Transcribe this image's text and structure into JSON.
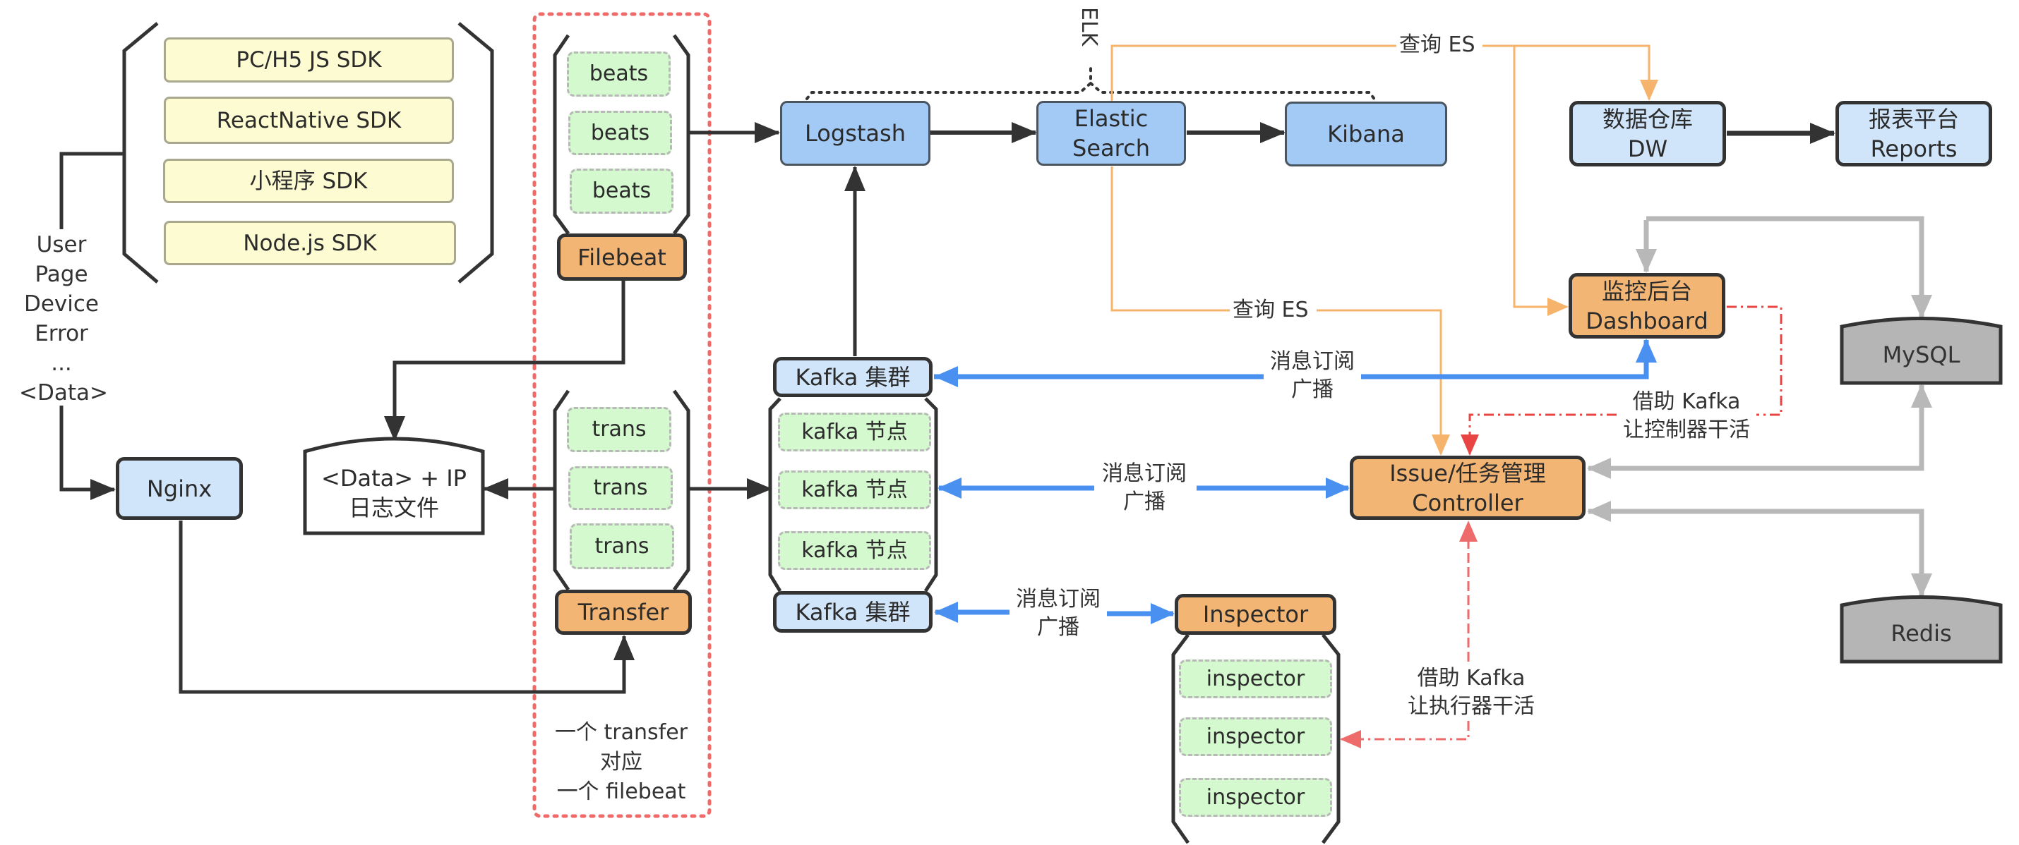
{
  "colors": {
    "node_blue": "#a3c9f5",
    "node_lightblue": "#d0e4fa",
    "node_orange": "#f3b574",
    "node_green": "#d5f9cf",
    "node_yellow": "#fdfbd2",
    "db_gray": "#b5b5b5",
    "arrow_black": "#333333",
    "arrow_blue": "#4a90f0",
    "arrow_orange": "#f5b36b",
    "arrow_gray": "#b8b8b8",
    "arrow_red": "#ee6b6b",
    "group_red_dotted": "#f06a6a"
  },
  "sdk_group": {
    "items": [
      "PC/H5 JS SDK",
      "ReactNative  SDK",
      "小程序  SDK",
      "Node.js  SDK"
    ]
  },
  "data_label": {
    "lines": [
      "User",
      "Page",
      "Device",
      "Error",
      "...",
      "<Data>"
    ]
  },
  "nginx": {
    "label": "Nginx"
  },
  "log_file": {
    "line1": "<Data> + IP",
    "line2": "日志文件"
  },
  "filebeat_group": {
    "items": [
      "beats",
      "beats",
      "beats"
    ],
    "title": "Filebeat"
  },
  "transfer_group": {
    "items": [
      "trans",
      "trans",
      "trans"
    ],
    "title": "Transfer"
  },
  "group_note": {
    "lines": [
      "一个 transfer",
      "对应",
      "一个 filebeat"
    ]
  },
  "elk": {
    "label": "ELK",
    "logstash": "Logstash",
    "elastic_line1": "Elastic",
    "elastic_line2": "Search",
    "kibana": "Kibana"
  },
  "query_es_top": "查询 ES",
  "query_es_mid": "查询 ES",
  "data_warehouse": {
    "line1": "数据仓库",
    "line2": "DW"
  },
  "reports": {
    "line1": "报表平台",
    "line2": "Reports"
  },
  "dashboard": {
    "line1": "监控后台",
    "line2": "Dashboard"
  },
  "kafka": {
    "cluster_top": "Kafka 集群",
    "nodes": [
      "kafka 节点",
      "kafka 节点",
      "kafka 节点"
    ],
    "cluster_bottom": "Kafka 集群"
  },
  "msg_sub_labels": {
    "top": {
      "line1": "消息订阅",
      "line2": "广播"
    },
    "middle": {
      "line1": "消息订阅",
      "line2": "广播"
    },
    "bottom": {
      "line1": "消息订阅",
      "line2": "广播"
    }
  },
  "controller": {
    "line1": "Issue/任务管理",
    "line2": "Controller"
  },
  "kafka_controller_label": {
    "line1": "借助 Kafka",
    "line2": "让控制器干活"
  },
  "kafka_executor_label": {
    "line1": "借助 Kafka",
    "line2": "让执行器干活"
  },
  "inspector_group": {
    "title": "Inspector",
    "items": [
      "inspector",
      "inspector",
      "inspector"
    ]
  },
  "databases": {
    "mysql": "MySQL",
    "redis": "Redis"
  }
}
